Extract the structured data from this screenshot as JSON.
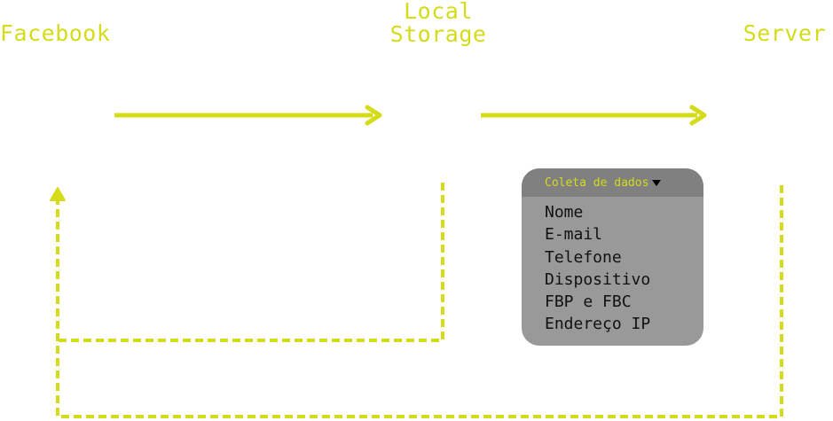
{
  "nodes": {
    "facebook": "Facebook",
    "local_storage_line1": "Local",
    "local_storage_line2": "Storage",
    "server": "Server"
  },
  "panel": {
    "title": "Coleta de dados",
    "items": [
      "Nome",
      "E-mail",
      "Telefone",
      "Dispositivo",
      "FBP e FBC",
      "Endereço IP"
    ]
  },
  "colors": {
    "accent": "#d4dc19",
    "panel_bg": "#999999",
    "panel_header_bg": "#808080"
  }
}
